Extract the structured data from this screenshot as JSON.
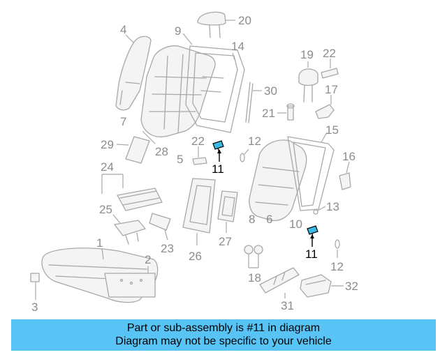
{
  "callouts": [
    "20",
    "4",
    "9",
    "14",
    "19",
    "22",
    "30",
    "17",
    "21",
    "7",
    "15",
    "12",
    "29",
    "28",
    "5",
    "16",
    "24",
    "13",
    "25",
    "8",
    "6",
    "10",
    "23",
    "26",
    "27",
    "18",
    "1",
    "2",
    "31",
    "32",
    "3"
  ],
  "highlight_callouts": [
    "11",
    "11"
  ],
  "banner": {
    "line1": "Part or sub-assembly is #11 in diagram",
    "line2": "Diagram may not be specific to your vehicle"
  },
  "colors": {
    "banner": "#58c4f6",
    "highlight": "#3ab9e8",
    "lines": "#a8a8a8"
  }
}
